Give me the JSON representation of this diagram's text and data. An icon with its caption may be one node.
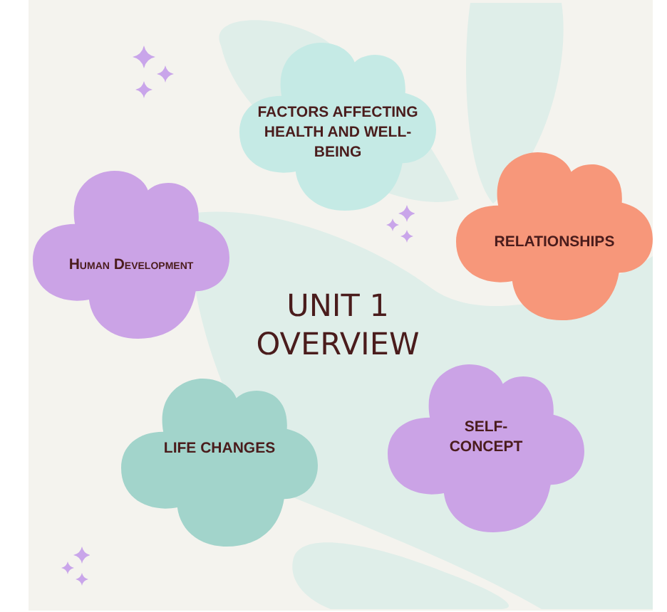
{
  "diagram": {
    "title": "UNIT 1 OVERVIEW",
    "nodes": [
      {
        "text": [
          "FACTORS AFFECTING HEALTH AND WELL-BEING"
        ]
      },
      {
        "text": [
          "Human Development"
        ]
      },
      {
        "text": [
          "RELATIONSHIPS"
        ]
      },
      {
        "text": [
          "LIFE CHANGES"
        ]
      },
      {
        "text": [
          "SELF-CONCEPT"
        ]
      }
    ]
  }
}
